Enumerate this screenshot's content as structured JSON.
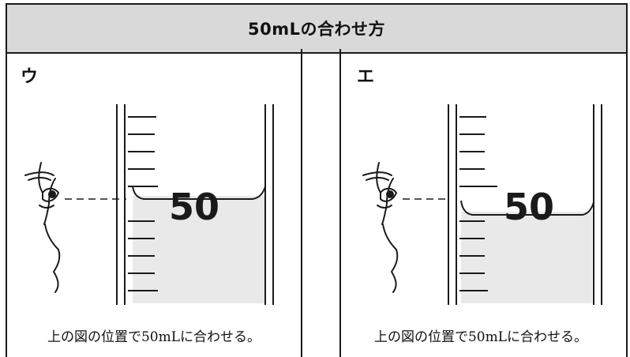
{
  "header": {
    "title": "50mLの合わせ方"
  },
  "panels": [
    {
      "label": "ウ",
      "value_text": "50",
      "caption": "上の図の位置で50mLに合わせる。"
    },
    {
      "label": "エ",
      "value_text": "50",
      "caption": "上の図の位置で50mLに合わせる。"
    }
  ],
  "colors": {
    "liquid": "#e9e9e9",
    "header_bg": "#d9d9d9",
    "line": "#1a1a1a"
  },
  "icons": [
    "eye-profile-icon",
    "graduated-cylinder-icon"
  ]
}
